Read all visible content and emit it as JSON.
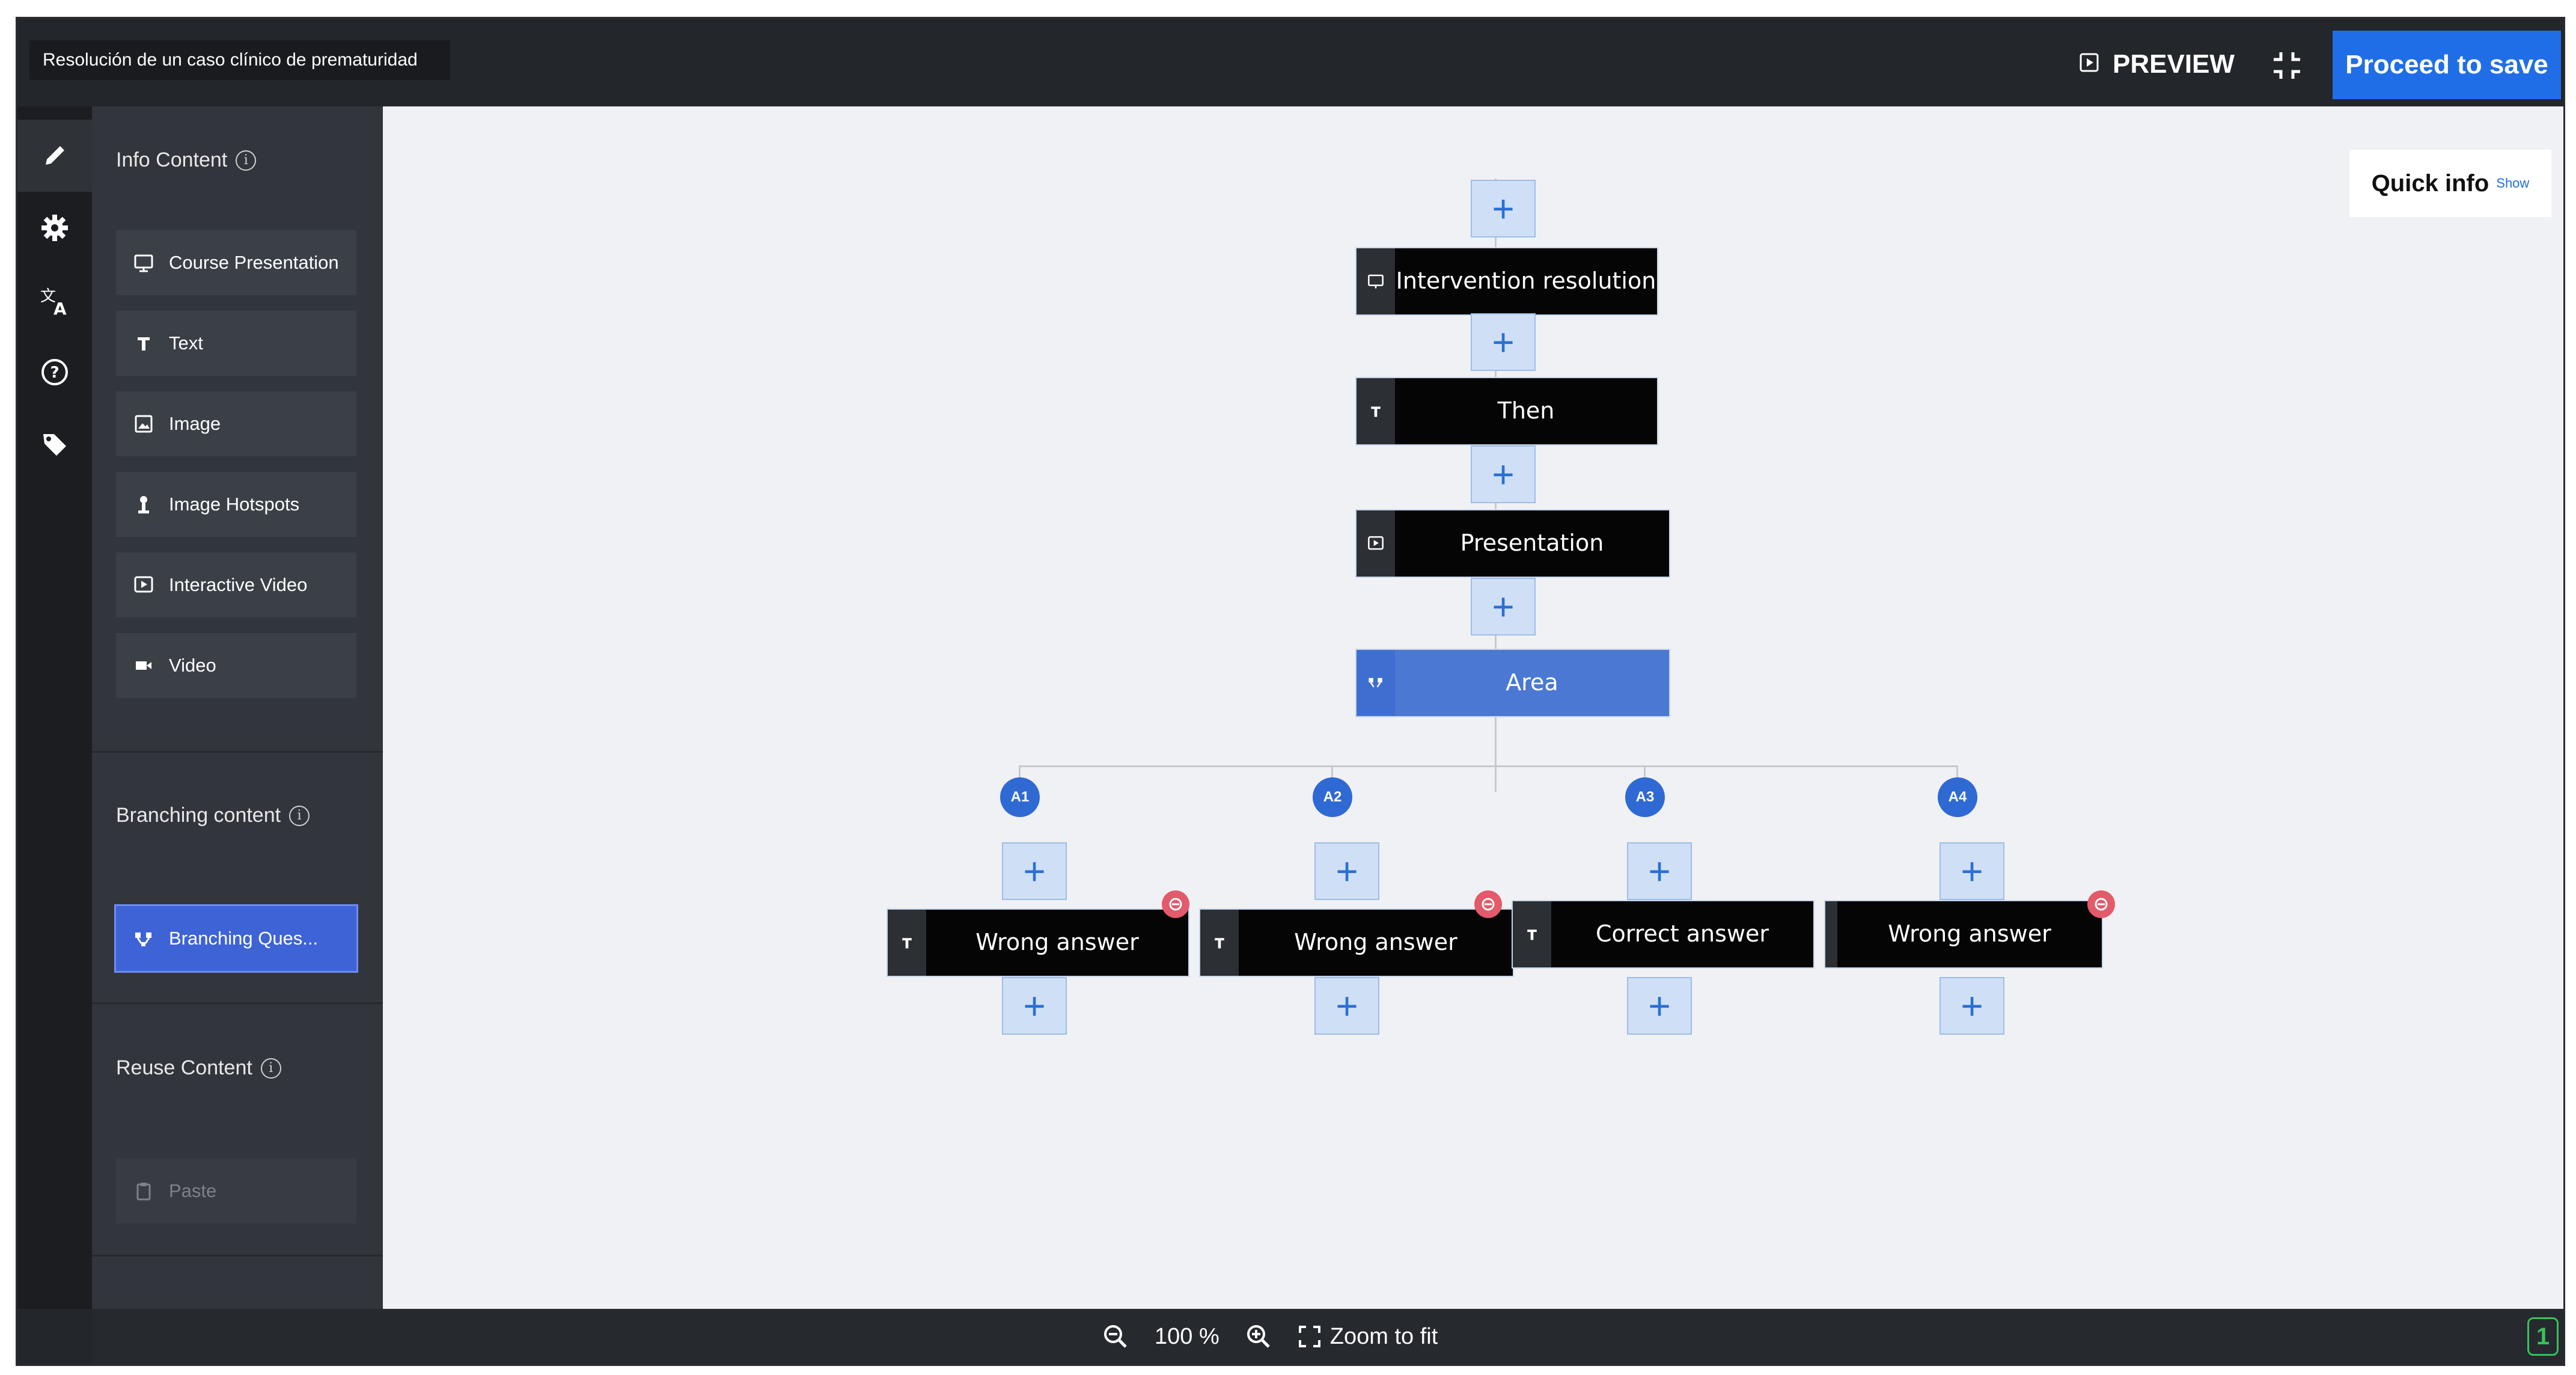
{
  "header": {
    "document_title": "Resolución de un caso clínico de prematuridad",
    "preview_label": "PREVIEW",
    "save_label": "Proceed to save"
  },
  "rail": {
    "items": [
      "pencil-icon",
      "gear-icon",
      "translate-icon",
      "help-icon",
      "tag-icon"
    ]
  },
  "sidebar": {
    "info_content_title": "Info Content",
    "info_tools": [
      {
        "label": "Course Presentation",
        "icon": "presentation-icon"
      },
      {
        "label": "Text",
        "icon": "text-icon"
      },
      {
        "label": "Image",
        "icon": "image-icon"
      },
      {
        "label": "Image Hotspots",
        "icon": "hotspot-icon"
      },
      {
        "label": "Interactive Video",
        "icon": "interactive-video-icon"
      },
      {
        "label": "Video",
        "icon": "video-icon"
      }
    ],
    "branching_title": "Branching content",
    "branching_tool": "Branching Ques...",
    "reuse_title": "Reuse Content",
    "reuse_tool": "Paste"
  },
  "canvas": {
    "quick_info_label": "Quick info",
    "quick_info_show": "Show",
    "nodes": [
      {
        "label": "Intervention resolution",
        "icon": "presentation-icon"
      },
      {
        "label": "Then",
        "icon": "text-icon"
      },
      {
        "label": "Presentation",
        "icon": "interactive-video-icon"
      },
      {
        "label": "Area",
        "icon": "branching-icon"
      }
    ],
    "branches": [
      {
        "badge": "A1",
        "label": "Wrong answer"
      },
      {
        "badge": "A2",
        "label": "Wrong answer"
      },
      {
        "badge": "A3",
        "label": "Correct answer"
      },
      {
        "badge": "A4",
        "label": "Wrong answer"
      }
    ],
    "plus_symbol": "+"
  },
  "footer": {
    "zoom_level": "100 %",
    "zoom_to_fit": "Zoom to fit",
    "counter": "1"
  },
  "colors": {
    "accent": "#1f6ee8",
    "branching_node": "#4a78d2",
    "plus_bg": "#cfe0f6",
    "badge": "#2f69d4",
    "end_marker": "#e35a6a",
    "counter_badge": "#39c05a"
  }
}
